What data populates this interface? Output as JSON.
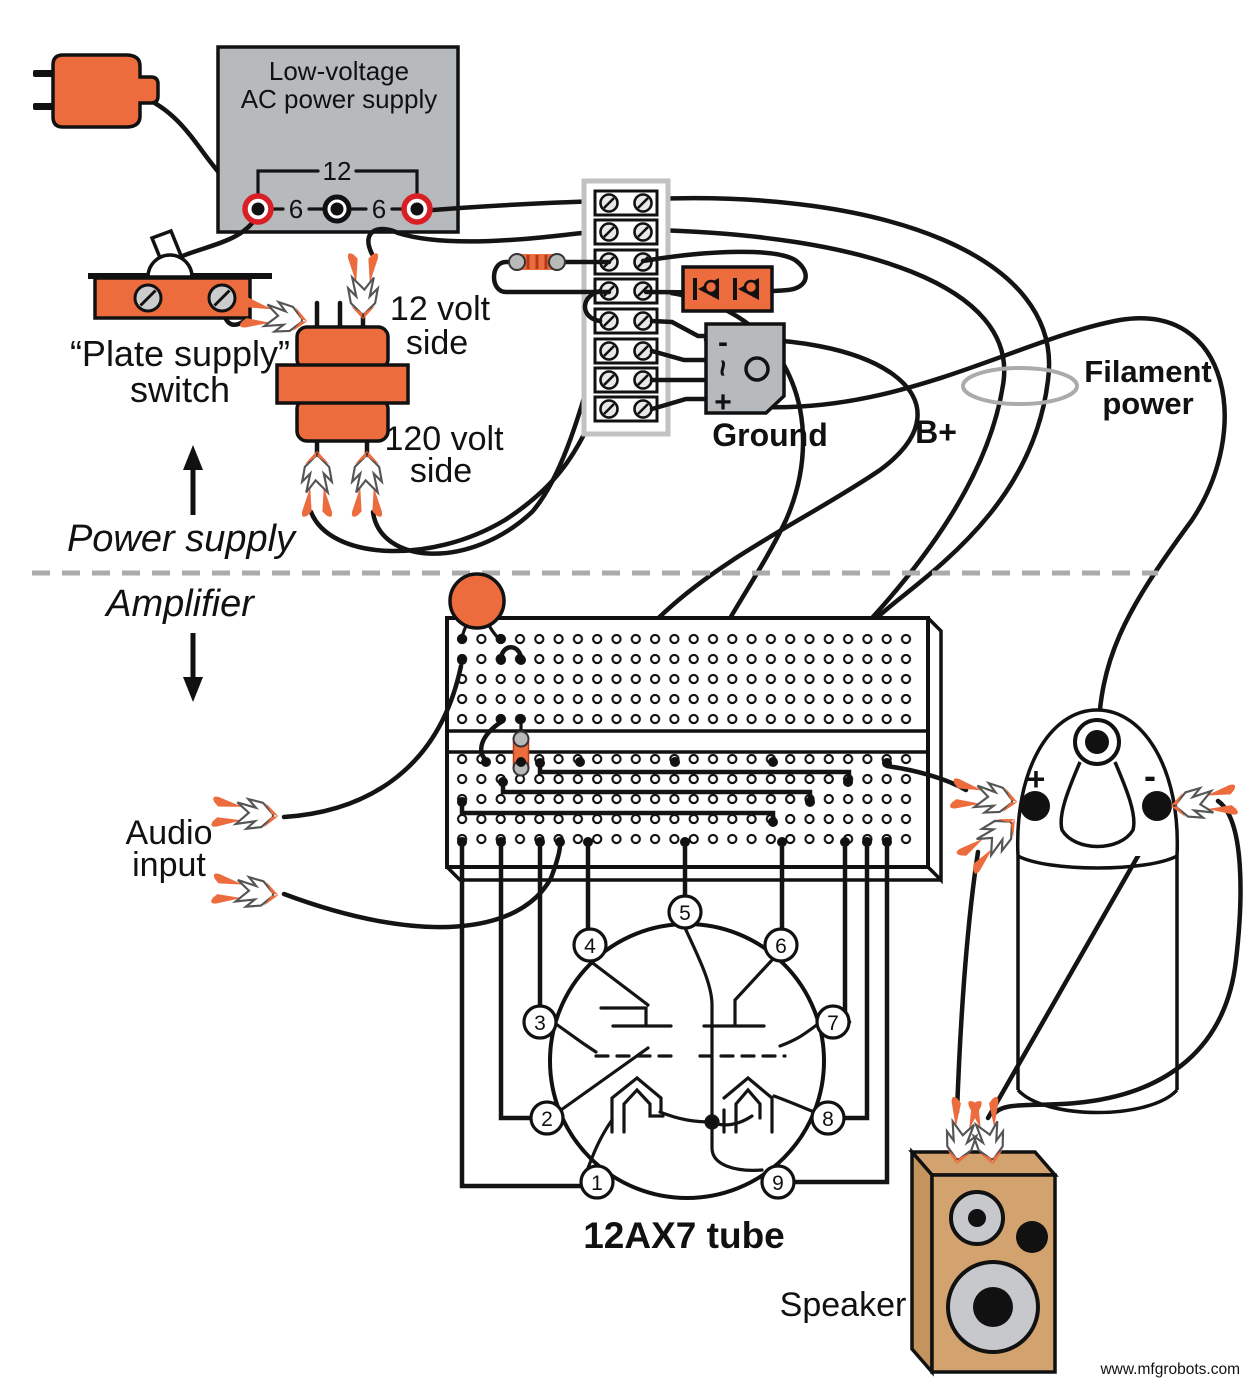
{
  "power_supply_unit": {
    "label_line1": "Low-voltage",
    "label_line2": "AC power supply",
    "bracket_label": "12",
    "left_jack_label": "6",
    "right_jack_label": "6"
  },
  "switch": {
    "label_line1": "“Plate supply”",
    "label_line2": "switch"
  },
  "transformer": {
    "side12_line1": "12 volt",
    "side12_line2": "side",
    "side120_line1": "120 volt",
    "side120_line2": "side"
  },
  "rectifier": {
    "terminal_minus": "-",
    "terminal_ac": "~",
    "terminal_plus": "+"
  },
  "capacitor": {
    "plus": "+",
    "minus": "-"
  },
  "sections": {
    "power_supply": "Power supply",
    "amplifier": "Amplifier"
  },
  "labels": {
    "ground": "Ground",
    "b_plus": "B+",
    "filament_line1": "Filament",
    "filament_line2": "power",
    "audio_line1": "Audio",
    "audio_line2": "input",
    "speaker": "Speaker",
    "watermark": "www.mfgrobots.com"
  },
  "tube": {
    "label": "12AX7 tube",
    "pins": [
      "1",
      "2",
      "3",
      "4",
      "5",
      "6",
      "7",
      "8",
      "9"
    ]
  },
  "colors": {
    "orange": "#ED6C3E",
    "gray_box": "#B7BABD",
    "red": "#D91F26",
    "tan": "#D2A36E",
    "tan_dark": "#C5945E",
    "driver": "#C6C8CC",
    "wire": "#141414",
    "gray_line": "#ABABAB",
    "fuse_cap": "#B9B9B9",
    "screw": "#CCCCCC"
  }
}
